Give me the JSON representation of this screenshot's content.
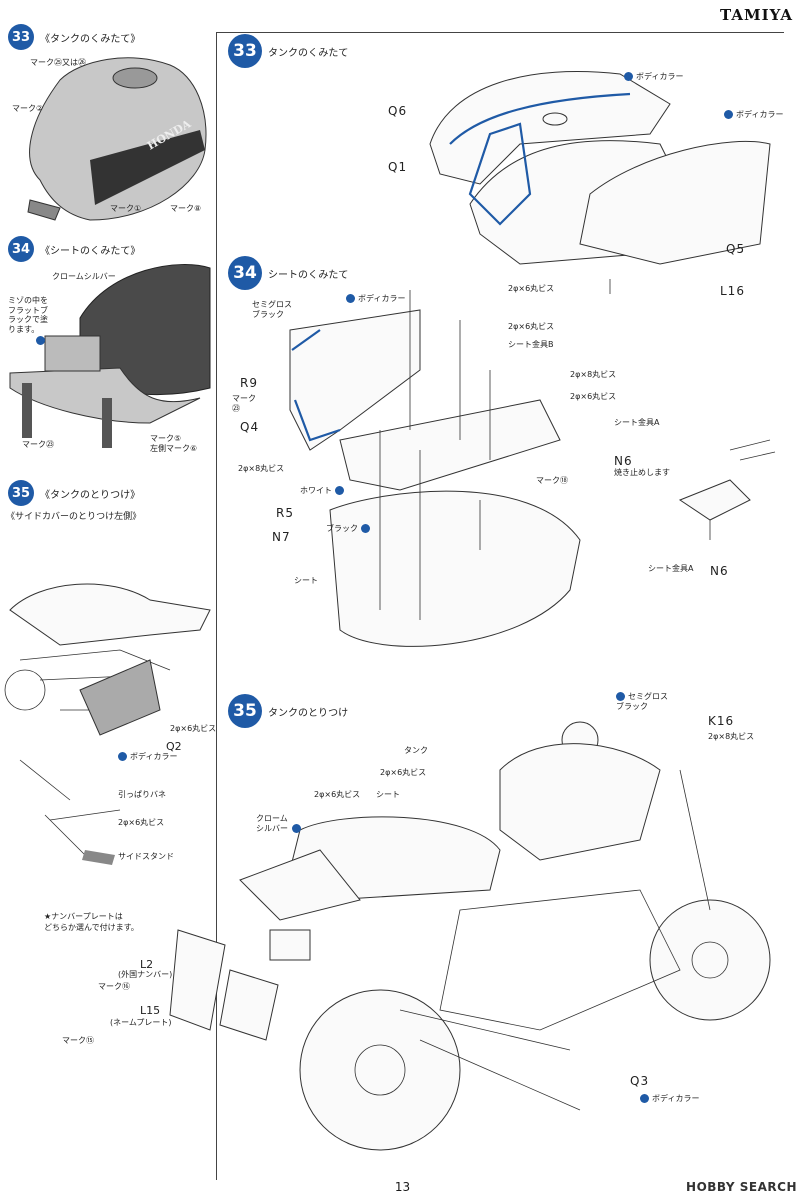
{
  "brand": "TAMIYA",
  "page_number": "13",
  "watermark": "HOBBY SEARCH",
  "left_column": {
    "step33": {
      "num": "33",
      "title": "《タンクのくみたて》",
      "labels": [
        "マーク㉕又は㉖",
        "マーク②",
        "マーク①",
        "マーク⑧"
      ]
    },
    "step34": {
      "num": "34",
      "title": "《シートのくみたて》",
      "labels": [
        "クロームシルバー",
        "ミゾの中を\nフラットブ\nラックで塗\nります。",
        "マーク㉓",
        "マーク⑤\n左側マーク⑥"
      ]
    },
    "step35": {
      "num": "35",
      "title": "《タンクのとりつけ》",
      "subtitle": "《サイドカバーのとりつけ左側》",
      "labels": [
        "2φ×6丸ビス",
        "Q2",
        "ボディカラー",
        "引っぱりバネ",
        "2φ×6丸ビス",
        "サイドスタンド"
      ],
      "plate_note": "★ナンバープレートは\nどちらか選んで付けます。",
      "plate_labels": [
        "L2",
        "(外国ナンバー)",
        "マーク⑯",
        "L15",
        "(ネームプレート)",
        "マーク⑮"
      ]
    }
  },
  "right_column": {
    "step33": {
      "num": "33",
      "title": "タンクのくみたて",
      "labels": [
        "ボディカラー",
        "ボディカラー",
        "Q6",
        "Q1",
        "Q5",
        "L16"
      ]
    },
    "step34": {
      "num": "34",
      "title": "シートのくみたて",
      "labels": [
        "セミグロス\nブラック",
        "ボディカラー",
        "2φ×6丸ビス",
        "2φ×6丸ビス",
        "シート金具B",
        "R9",
        "マーク\n㉓",
        "Q4",
        "2φ×8丸ビス",
        "2φ×6丸ビス",
        "シート金具A",
        "2φ×8丸ビス",
        "ホワイト",
        "マーク⑱",
        "R5",
        "ブラック",
        "N7",
        "シート",
        "N6",
        "焼き止めします",
        "シート金具A",
        "N6"
      ]
    },
    "step35": {
      "num": "35",
      "title": "タンクのとりつけ",
      "labels": [
        "セミグロス\nブラック",
        "K16",
        "2φ×8丸ビス",
        "タンク",
        "2φ×6丸ビス",
        "2φ×6丸ビス",
        "シート",
        "クローム\nシルバー",
        "Q3",
        "ボディカラー"
      ]
    }
  }
}
